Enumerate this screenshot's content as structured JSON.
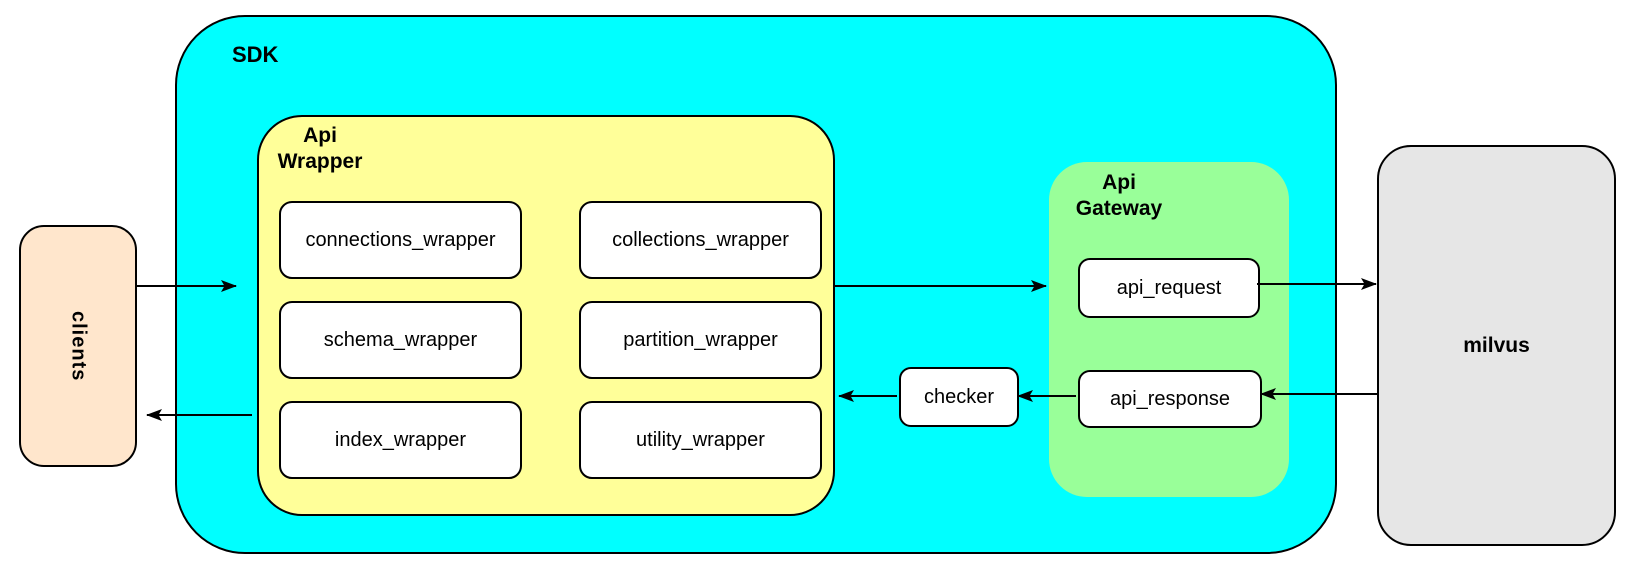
{
  "diagram": {
    "nodes": {
      "sdk": {
        "label": "SDK",
        "fill": "#00ffff"
      },
      "clients": {
        "label": "clients",
        "fill": "#ffe6cc"
      },
      "api_wrapper": {
        "label": "Api\nWrapper",
        "fill": "#ffff99"
      },
      "wrappers": {
        "connections": "connections_wrapper",
        "collections": "collections_wrapper",
        "schema": "schema_wrapper",
        "partition": "partition_wrapper",
        "index": "index_wrapper",
        "utility": "utility_wrapper"
      },
      "checker": {
        "label": "checker",
        "fill": "#ffffff"
      },
      "api_gateway": {
        "label": "Api\nGateway",
        "fill": "#99ff99"
      },
      "api_request": {
        "label": "api_request",
        "fill": "#ffffff"
      },
      "api_response": {
        "label": "api_response",
        "fill": "#ffffff"
      },
      "milvus": {
        "label": "milvus",
        "fill": "#e6e6e6"
      }
    },
    "edges": [
      {
        "from": "clients",
        "to": "sdk"
      },
      {
        "from": "sdk",
        "to": "clients"
      },
      {
        "from": "api_wrapper",
        "to": "api_gateway"
      },
      {
        "from": "api_request",
        "to": "milvus"
      },
      {
        "from": "milvus",
        "to": "api_response"
      },
      {
        "from": "api_response",
        "to": "checker"
      },
      {
        "from": "checker",
        "to": "api_wrapper"
      }
    ],
    "colors": {
      "border": "#000000",
      "background": "#ffffff"
    }
  }
}
